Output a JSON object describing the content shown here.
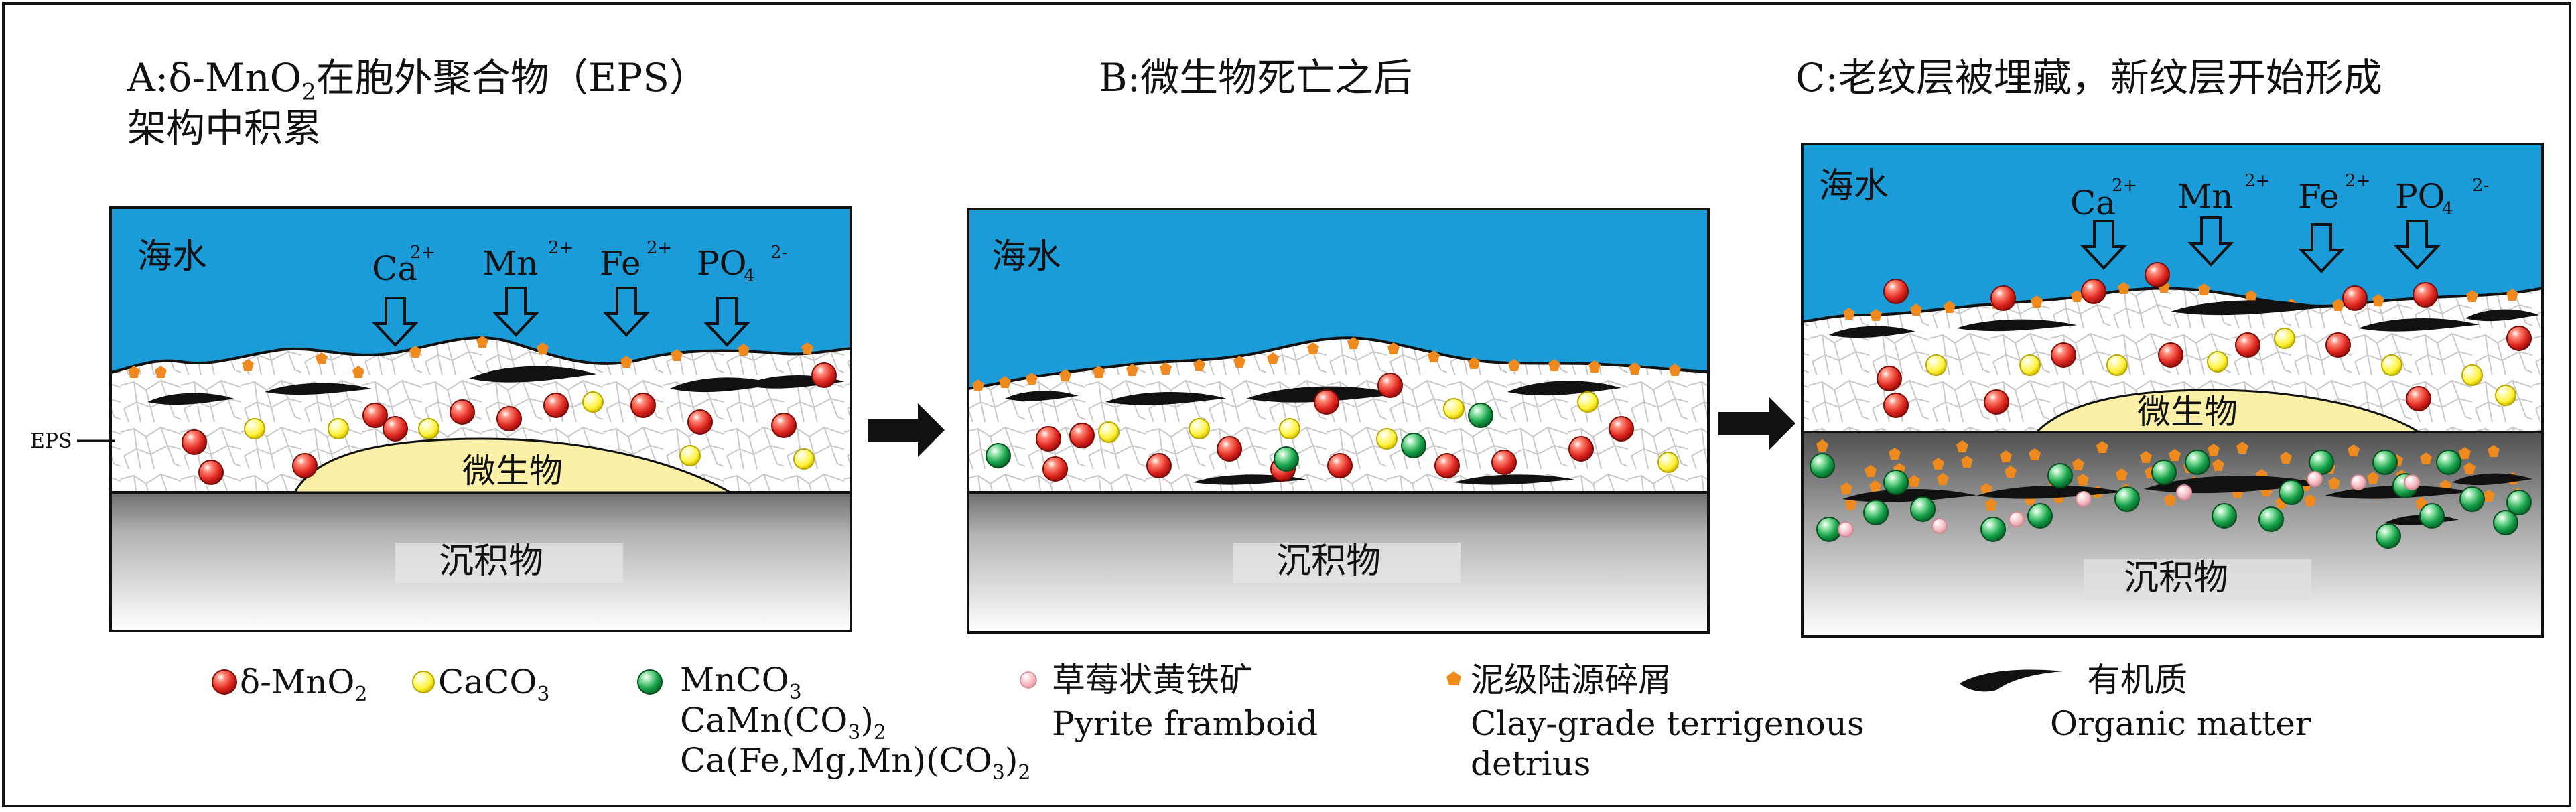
{
  "panels": {
    "a": {
      "title_line1_pre": "A:δ-MnO",
      "title_line1_sub": "2",
      "title_line1_post": "在胞外聚合物（EPS）",
      "title_line2": "架构中积累",
      "seawater": "海水",
      "microbe": "微生物",
      "sediment": "沉积物",
      "eps_label": "EPS"
    },
    "b": {
      "title": "B:微生物死亡之后",
      "seawater": "海水",
      "sediment": "沉积物"
    },
    "c": {
      "title": "C:老纹层被埋藏，新纹层开始形成",
      "seawater": "海水",
      "microbe": "微生物",
      "sediment": "沉积物"
    }
  },
  "ions": {
    "ca": "Ca",
    "ca_charge": "2+",
    "mn": "Mn",
    "mn_charge": "2+",
    "fe": "Fe",
    "fe_charge": "2+",
    "po": "PO",
    "po_sub": "4",
    "po_charge": "2-"
  },
  "legend": {
    "mno2_pre": "δ-MnO",
    "mno2_sub": "2",
    "caco3_pre": "CaCO",
    "caco3_sub": "3",
    "mnco3_pre": "MnCO",
    "mnco3_sub": "3",
    "camn_pre": "CaMn(CO",
    "camn_sub1": "3",
    "camn_post": ")",
    "camn_sub2": "2",
    "cafe_pre": "Ca(Fe,Mg,Mn)(CO",
    "cafe_sub1": "3",
    "cafe_post": ")",
    "cafe_sub2": "2",
    "pyrite_cn": "草莓状黄铁矿",
    "pyrite_en": "Pyrite framboid",
    "clay_cn": "泥级陆源碎屑",
    "clay_en1": "Clay-grade terrigenous",
    "clay_en2": "detrius",
    "organic_cn": "有机质",
    "organic_en": "Organic  matter"
  },
  "colors": {
    "seawater": "#1b9bd8",
    "mno2": "#e8302a",
    "caco3": "#ffef3a",
    "mnco3": "#1aa64a",
    "pyrite": "#f3b8c0",
    "clay": "#ee8a1e",
    "organic": "#111111",
    "microbe": "#fbf0a8"
  }
}
